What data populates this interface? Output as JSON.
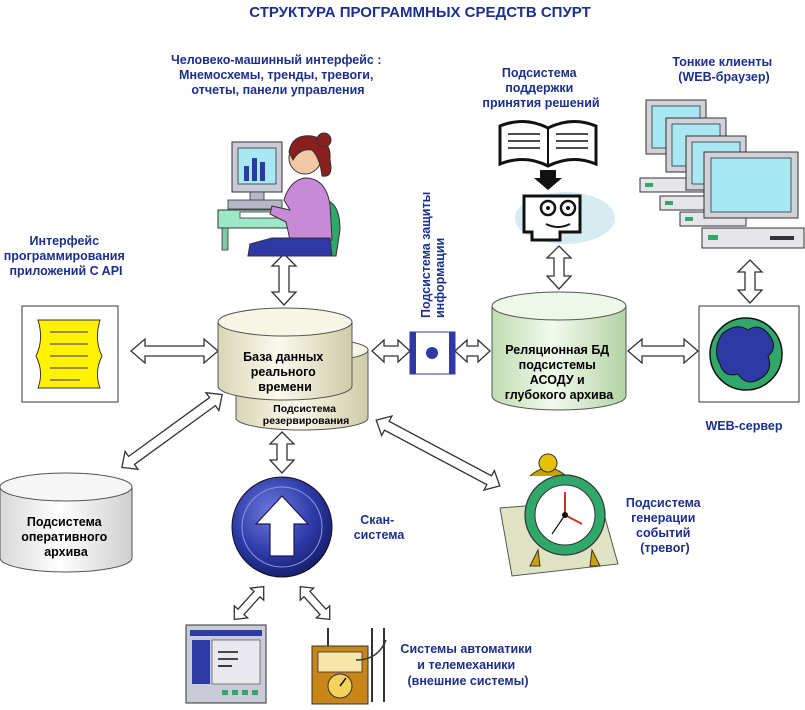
{
  "title": "СТРУКТУРА ПРОГРАММНЫХ СРЕДСТВ СПУРТ",
  "labels": {
    "hmi": [
      "Человеко-машинный интерфейс :",
      "Мнемосхемы, тренды, тревоги,",
      "отчеты, панели управления"
    ],
    "decision": [
      "Подсистема",
      "поддержки",
      "принятия решений"
    ],
    "thin_clients": [
      "Тонкие клиенты",
      "(WEB-браузер)"
    ],
    "api": [
      "Интерфейс",
      "программирования",
      "приложений C API"
    ],
    "security": [
      "Подсистема защиты",
      "информации"
    ],
    "web_server": "WEB-сервер",
    "scan": [
      "Скан-",
      "система"
    ],
    "events": [
      "Подсистема",
      "генерации",
      "событий",
      "(тревог)"
    ],
    "automation": [
      "Системы автоматики",
      "и телемеханики",
      "(внешние системы)"
    ]
  },
  "nodes": {
    "rtdb": [
      "База данных",
      "реального",
      "времени"
    ],
    "backup": [
      "Подсистема",
      "резервирования"
    ],
    "rdb": [
      "Реляционная БД",
      "подсистемы",
      "АСОДУ и",
      "глубокого архива"
    ],
    "oper_archive": [
      "Подсистема",
      "оперативного",
      "архива"
    ]
  },
  "colors": {
    "text": "#1c2f8c",
    "cylinder_fill": "#f3f1d9",
    "rdb_fill": "#e4f2dc",
    "arrow_fill": "#ffffff",
    "scan_blue": "#2d3aa6",
    "monitor_cyan": "#a8e8f2",
    "note_yellow": "#fff200"
  }
}
